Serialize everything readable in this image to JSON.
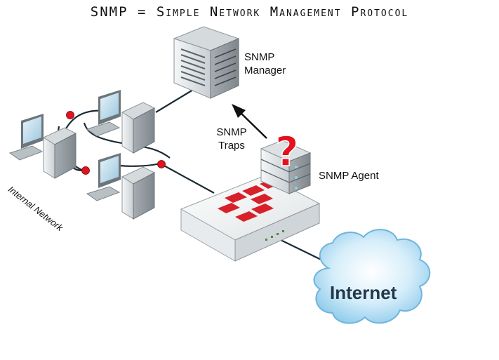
{
  "title": "SNMP = Simple Network Management Protocol",
  "manager": {
    "line1": "SNMP",
    "line2": "Manager"
  },
  "traps": {
    "line1": "SNMP",
    "line2": "Traps"
  },
  "agent": {
    "label": "SNMP Agent",
    "question_mark": "?"
  },
  "internal_network": "Internal Network",
  "internet": "Internet",
  "colors": {
    "cable": "#1b2a33",
    "node_dot": "#e0141e",
    "brand_red": "#d8202a",
    "cloud": "#a8d6ee",
    "question": "#e3121d"
  }
}
